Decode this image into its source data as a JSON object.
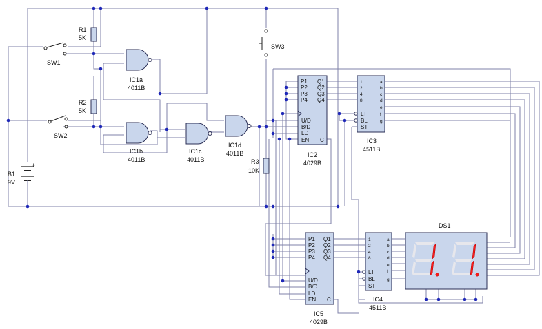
{
  "components": {
    "r1": {
      "ref": "R1",
      "value": "5K"
    },
    "r2": {
      "ref": "R2",
      "value": "5K"
    },
    "r3": {
      "ref": "R3",
      "value": "10K"
    },
    "sw1": {
      "ref": "SW1"
    },
    "sw2": {
      "ref": "SW2"
    },
    "sw3": {
      "ref": "SW3"
    },
    "b1": {
      "ref": "B1",
      "value": "9V",
      "plus": "+"
    },
    "ic1a": {
      "ref": "IC1a",
      "part": "4011B"
    },
    "ic1b": {
      "ref": "IC1b",
      "part": "4011B"
    },
    "ic1c": {
      "ref": "IC1c",
      "part": "4011B"
    },
    "ic1d": {
      "ref": "IC1d",
      "part": "4011B"
    },
    "ic2": {
      "ref": "IC2",
      "part": "4029B"
    },
    "ic3": {
      "ref": "IC3",
      "part": "4511B"
    },
    "ic4": {
      "ref": "IC4",
      "part": "4511B"
    },
    "ic5": {
      "ref": "IC5",
      "part": "4029B"
    },
    "ds1": {
      "ref": "DS1",
      "digits": "1 1"
    }
  },
  "counter_pins": {
    "left": [
      "P1",
      "P2",
      "P3",
      "P4",
      "U/D",
      "B/D",
      "LD",
      "EN"
    ],
    "right": [
      "Q1",
      "Q2",
      "Q3",
      "Q4",
      "C"
    ]
  },
  "decoder_pins": {
    "left": [
      "1",
      "2",
      "4",
      "8",
      "LT",
      "BL",
      "ST"
    ],
    "right": [
      "a",
      "b",
      "c",
      "d",
      "e",
      "f",
      "g"
    ]
  }
}
